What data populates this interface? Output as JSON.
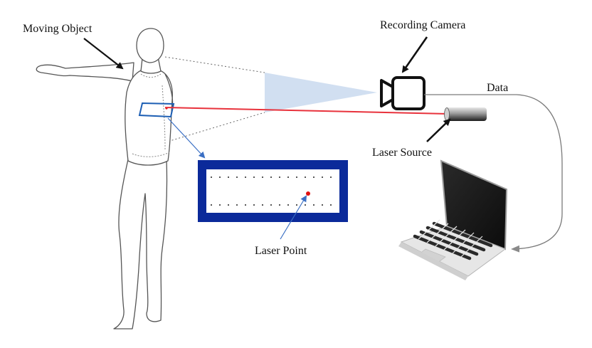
{
  "labels": {
    "moving_object": "Moving Object",
    "recording_camera": "Recording Camera",
    "data": "Data",
    "laser_source": "Laser Source",
    "laser_point": "Laser Point"
  },
  "colors": {
    "laser_beam": "#e8323c",
    "laser_dot": "#e01010",
    "target_frame": "#0b2a9a",
    "camera_cone": "#c9d9ee",
    "zoom_arrow": "#3a6fc4",
    "outline": "#555555",
    "data_line": "#7a7a7a"
  },
  "icons": [
    "person-figure",
    "camera-icon",
    "laser-emitter",
    "laptop-icon",
    "target-board"
  ]
}
